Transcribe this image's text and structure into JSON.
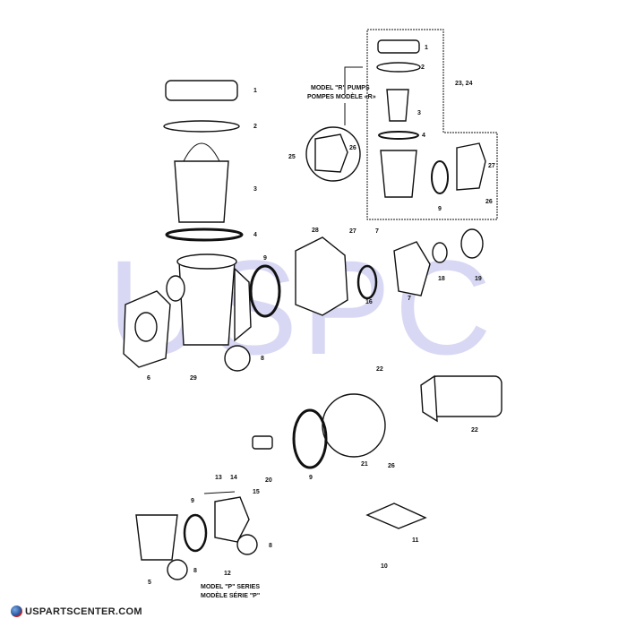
{
  "watermark": "USPC",
  "brand": {
    "name": "USPARTSCENTER.COM",
    "logo_icon": "globe-icon"
  },
  "captions": {
    "model_r_en": "MODEL \"R\" PUMPS",
    "model_r_fr": "POMPES MODÈLE «R»",
    "model_p_en": "MODEL \"P\" SERIES",
    "model_p_fr": "MODÈLE SÉRIE \"P\""
  },
  "callouts": [
    "1",
    "2",
    "3",
    "4",
    "9",
    "29",
    "6",
    "8",
    "1",
    "2",
    "3",
    "4",
    "23, 24",
    "25",
    "26",
    "27",
    "26",
    "9",
    "28",
    "27",
    "7",
    "16",
    "7",
    "18",
    "19",
    "22",
    "22",
    "21",
    "26",
    "20",
    "9",
    "13",
    "14",
    "15",
    "9",
    "5",
    "8",
    "12",
    "8",
    "11",
    "10"
  ],
  "colors": {
    "watermark": "#b9b9ec",
    "line": "#111111"
  }
}
